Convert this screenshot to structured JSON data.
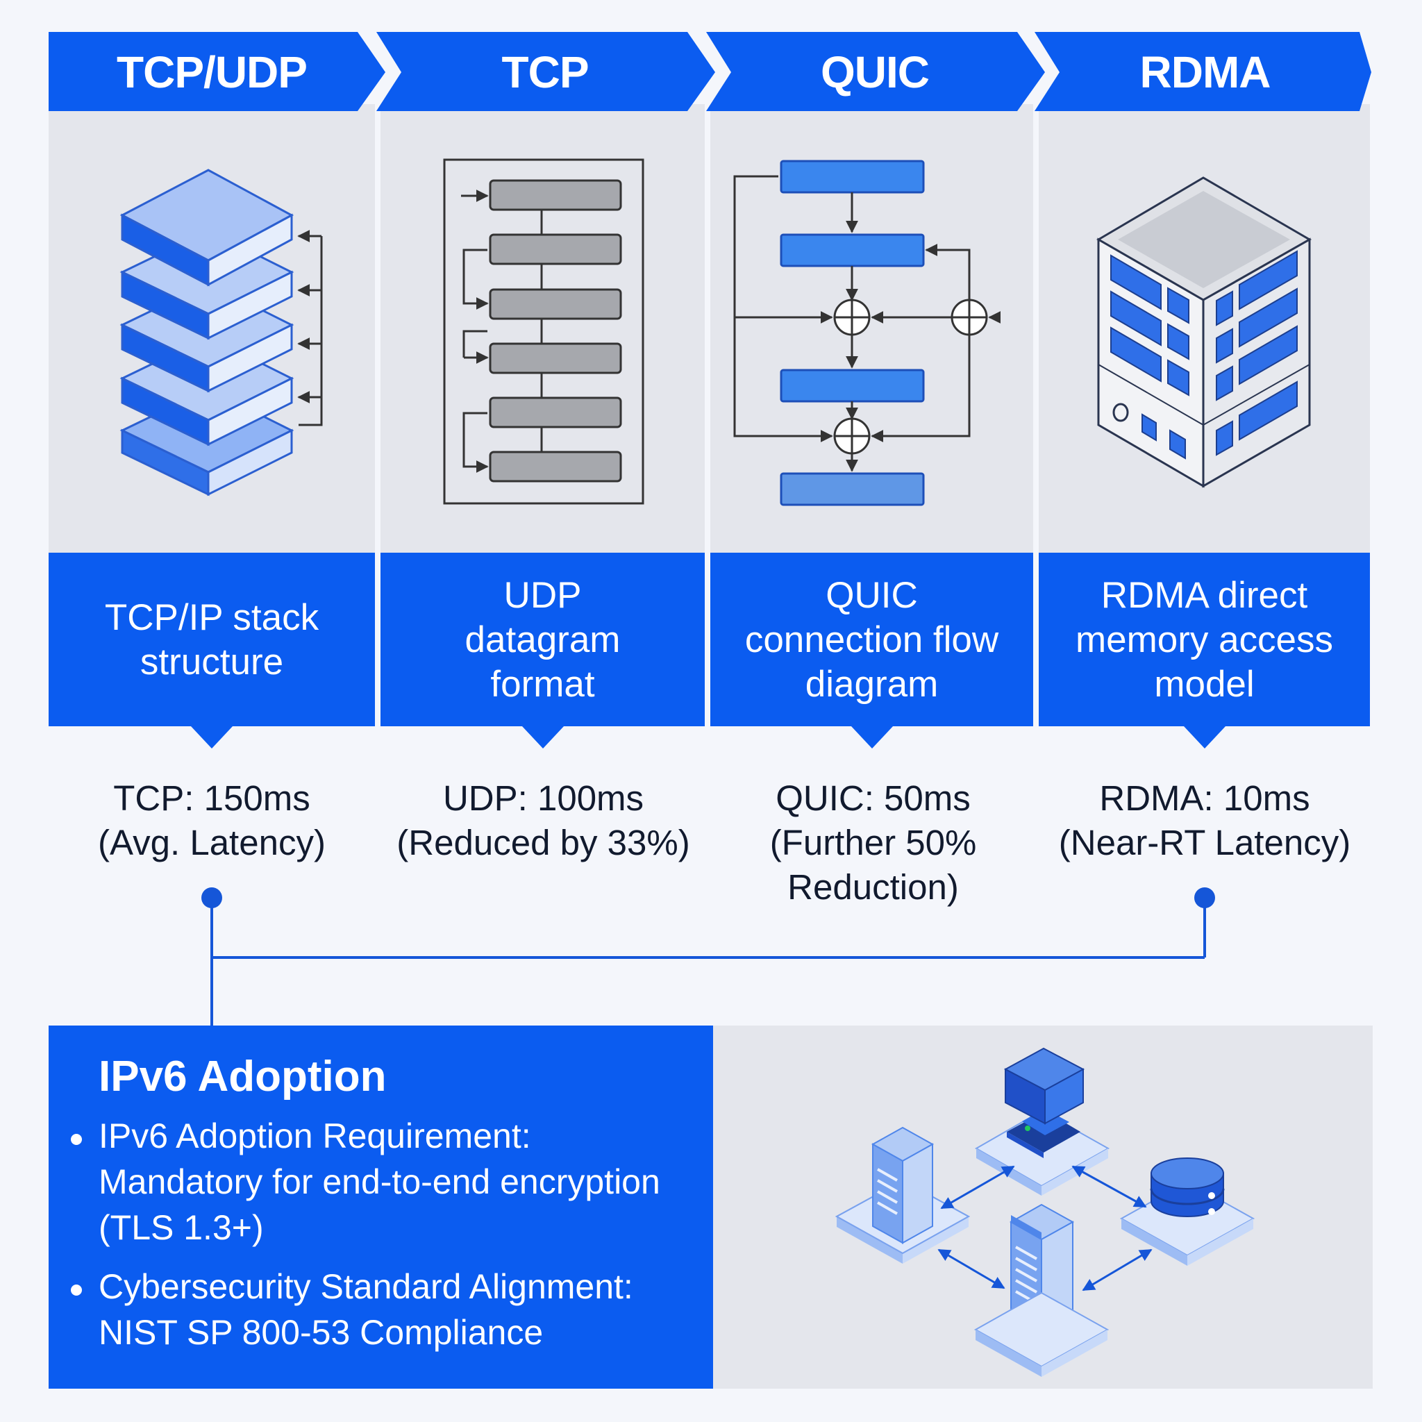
{
  "columns": [
    {
      "id": "tcp-udp",
      "header": "TCP/UDP",
      "caption_lines": [
        "TCP/IP stack",
        "structure"
      ],
      "latency_lines": [
        "TCP: 150ms",
        "(Avg. Latency)"
      ]
    },
    {
      "id": "tcp",
      "header": "TCP",
      "caption_lines": [
        "UDP",
        "datagram",
        "format"
      ],
      "latency_lines": [
        "UDP: 100ms",
        "(Reduced by 33%)"
      ]
    },
    {
      "id": "quic",
      "header": "QUIC",
      "caption_lines": [
        "QUIC",
        "connection flow",
        "diagram"
      ],
      "latency_lines": [
        "QUIC: 50ms",
        "(Further 50%",
        "Reduction)"
      ]
    },
    {
      "id": "rdma",
      "header": "RDMA",
      "caption_lines": [
        "RDMA direct",
        "memory access",
        "model"
      ],
      "latency_lines": [
        "RDMA: 10ms",
        "(Near-RT Latency)"
      ]
    }
  ],
  "ipv6": {
    "title": "IPv6 Adoption",
    "bullets": [
      [
        "IPv6 Adoption Requirement:",
        "Mandatory for end-to-end encryption",
        "(TLS 1.3+)"
      ],
      [
        "Cybersecurity Standard Alignment:",
        "NIST SP 800-53 Compliance"
      ]
    ]
  },
  "icons": {
    "col1": "layered-stack-icon",
    "col2": "datagram-blocks-icon",
    "col3": "flow-diagram-icon",
    "col4": "server-rack-icon",
    "network": "network-topology-icon"
  },
  "colors": {
    "primary_blue": "#0b5cf0",
    "panel_gray": "#e4e6ec",
    "text_dark": "#111a2e",
    "connector_blue": "#1556d8"
  }
}
